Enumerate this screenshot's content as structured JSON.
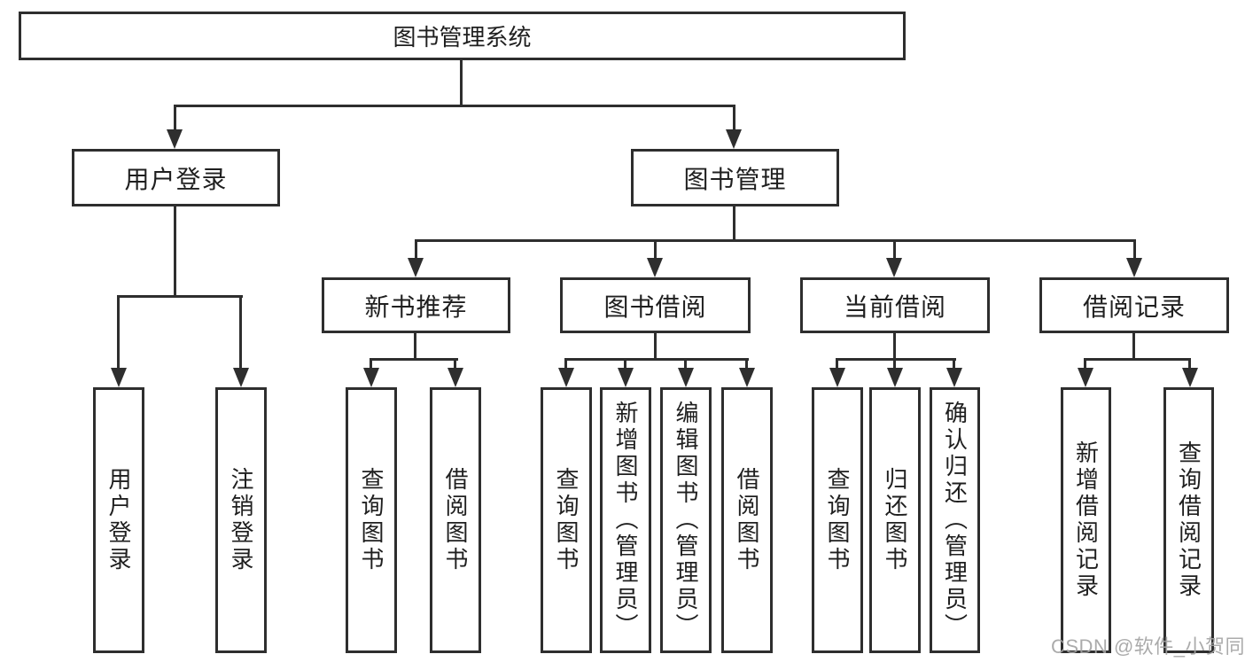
{
  "diagram_title": "图书管理系统",
  "colors": {
    "line": "#2e2e2e",
    "text": "#1f1f1f",
    "box_background": "#ffffff",
    "watermark": "#a3a3a3"
  },
  "tree": {
    "label": "图书管理系统",
    "children": [
      {
        "label": "用户登录",
        "children": [
          {
            "label": "用户登录"
          },
          {
            "label": "注销登录"
          }
        ]
      },
      {
        "label": "图书管理",
        "children": [
          {
            "label": "新书推荐",
            "children": [
              {
                "label": "查询图书"
              },
              {
                "label": "借阅图书"
              }
            ]
          },
          {
            "label": "图书借阅",
            "children": [
              {
                "label": "查询图书"
              },
              {
                "label": "新增图书（管理员）"
              },
              {
                "label": "编辑图书（管理员）"
              },
              {
                "label": "借阅图书"
              }
            ]
          },
          {
            "label": "当前借阅",
            "children": [
              {
                "label": "查询图书"
              },
              {
                "label": "归还图书"
              },
              {
                "label": "确认归还（管理员）"
              }
            ]
          },
          {
            "label": "借阅记录",
            "children": [
              {
                "label": "新增借阅记录"
              },
              {
                "label": "查询借阅记录"
              }
            ]
          }
        ]
      }
    ]
  },
  "watermark": {
    "text": "CSDN @软件_小贺同学"
  }
}
